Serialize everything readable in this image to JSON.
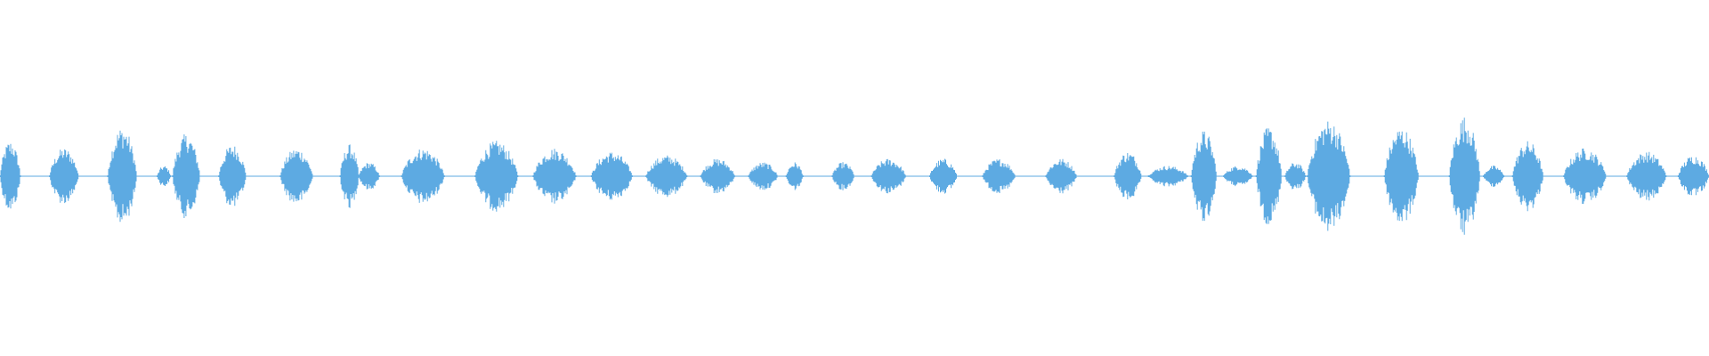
{
  "waveform": {
    "color": "#5DAAE2",
    "baseline_color": "#5DAAE2",
    "segments": [
      {
        "start": 0.0,
        "end": 0.012,
        "amp": 0.1
      },
      {
        "start": 0.029,
        "end": 0.046,
        "amp": 0.08
      },
      {
        "start": 0.063,
        "end": 0.08,
        "amp": 0.14
      },
      {
        "start": 0.092,
        "end": 0.1,
        "amp": 0.03
      },
      {
        "start": 0.101,
        "end": 0.117,
        "amp": 0.12
      },
      {
        "start": 0.128,
        "end": 0.144,
        "amp": 0.09
      },
      {
        "start": 0.164,
        "end": 0.183,
        "amp": 0.08
      },
      {
        "start": 0.199,
        "end": 0.21,
        "amp": 0.09
      },
      {
        "start": 0.21,
        "end": 0.222,
        "amp": 0.04
      },
      {
        "start": 0.235,
        "end": 0.26,
        "amp": 0.08
      },
      {
        "start": 0.278,
        "end": 0.303,
        "amp": 0.1
      },
      {
        "start": 0.312,
        "end": 0.337,
        "amp": 0.08
      },
      {
        "start": 0.346,
        "end": 0.37,
        "amp": 0.07
      },
      {
        "start": 0.378,
        "end": 0.402,
        "amp": 0.06
      },
      {
        "start": 0.41,
        "end": 0.43,
        "amp": 0.05
      },
      {
        "start": 0.438,
        "end": 0.455,
        "amp": 0.04
      },
      {
        "start": 0.46,
        "end": 0.47,
        "amp": 0.04
      },
      {
        "start": 0.487,
        "end": 0.5,
        "amp": 0.04
      },
      {
        "start": 0.51,
        "end": 0.53,
        "amp": 0.05
      },
      {
        "start": 0.544,
        "end": 0.56,
        "amp": 0.05
      },
      {
        "start": 0.575,
        "end": 0.594,
        "amp": 0.05
      },
      {
        "start": 0.612,
        "end": 0.63,
        "amp": 0.05
      },
      {
        "start": 0.652,
        "end": 0.668,
        "amp": 0.07
      },
      {
        "start": 0.672,
        "end": 0.695,
        "amp": 0.03
      },
      {
        "start": 0.697,
        "end": 0.712,
        "amp": 0.13
      },
      {
        "start": 0.716,
        "end": 0.733,
        "amp": 0.03
      },
      {
        "start": 0.735,
        "end": 0.75,
        "amp": 0.14
      },
      {
        "start": 0.752,
        "end": 0.764,
        "amp": 0.04
      },
      {
        "start": 0.765,
        "end": 0.79,
        "amp": 0.16
      },
      {
        "start": 0.81,
        "end": 0.83,
        "amp": 0.14
      },
      {
        "start": 0.848,
        "end": 0.866,
        "amp": 0.17
      },
      {
        "start": 0.868,
        "end": 0.88,
        "amp": 0.03
      },
      {
        "start": 0.885,
        "end": 0.903,
        "amp": 0.1
      },
      {
        "start": 0.915,
        "end": 0.94,
        "amp": 0.08
      },
      {
        "start": 0.952,
        "end": 0.975,
        "amp": 0.07
      },
      {
        "start": 0.982,
        "end": 1.0,
        "amp": 0.06
      }
    ]
  }
}
